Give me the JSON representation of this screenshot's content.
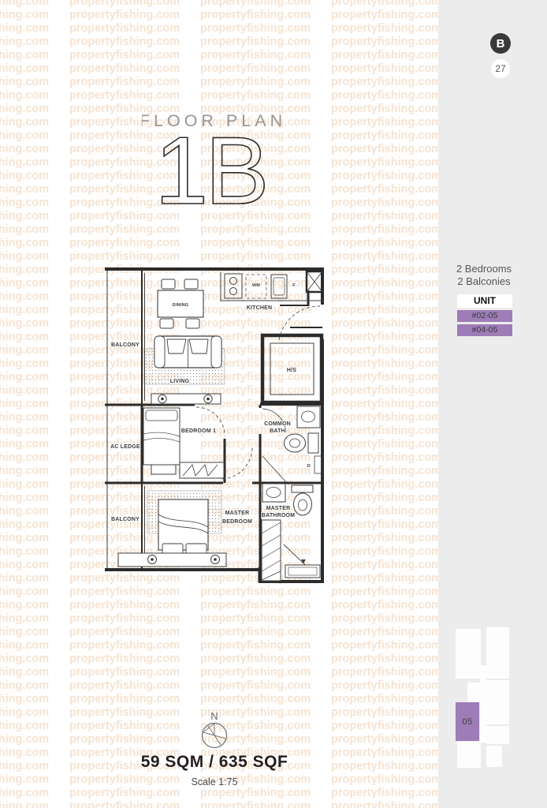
{
  "watermark": {
    "text": "propertyfishing.com",
    "color": "#f6e3d2"
  },
  "brand": {
    "logo_letter": "B",
    "page_number": "27"
  },
  "header": {
    "title": "FLOOR PLAN",
    "unit_type": "1B"
  },
  "unit_info": {
    "bedrooms": "2 Bedrooms",
    "balconies": "2 Balconies"
  },
  "unit_table": {
    "header": "UNIT",
    "rows": [
      "#02-05",
      "#04-05"
    ]
  },
  "plan": {
    "labels": {
      "balcony_top": "BALCONY",
      "dining": "DINING",
      "kitchen": "KITCHEN",
      "wm": "WM",
      "f": "F",
      "living": "LIVING",
      "hs": "H/S",
      "ac_ledge": "AC LEDGE",
      "bedroom1": "BEDROOM 1",
      "common_bath": [
        "COMMON",
        "BATH"
      ],
      "d": "D",
      "master_bedroom": [
        "MASTER",
        "BEDROOM"
      ],
      "master_bathroom": [
        "MASTER",
        "BATHROOM"
      ],
      "balcony_bottom": "BALCONY"
    }
  },
  "compass": {
    "north_label": "N"
  },
  "footer": {
    "area": "59 SQM / 635 SQF",
    "scale": "Scale 1:75"
  },
  "keyplan": {
    "highlight_label": "05"
  },
  "colors": {
    "accent_purple": "#9d7cb7",
    "panel_gray": "#ececec",
    "wall": "#2b2b2b"
  }
}
